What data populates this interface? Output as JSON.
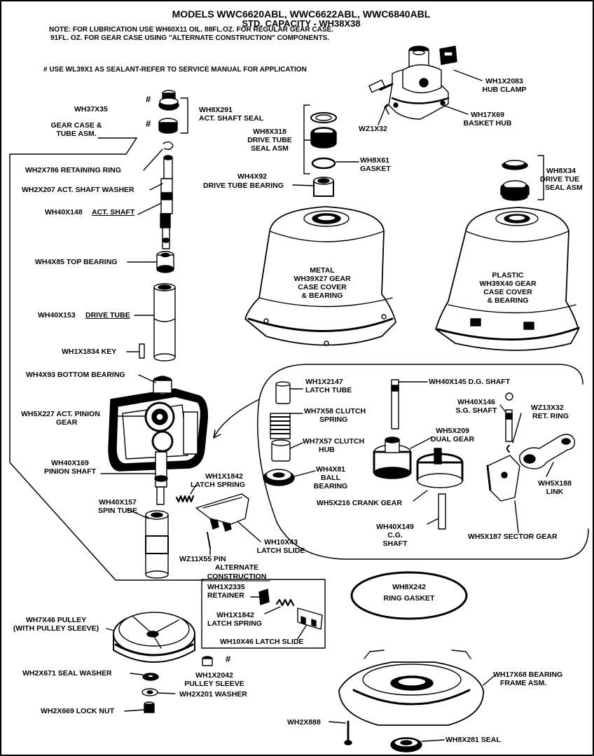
{
  "header": {
    "models": "MODELS WWC6620ABL, WWC6622ABL, WWC6840ABL",
    "capacity": "STD. CAPACITY - WH38X38",
    "note_line1": "NOTE: FOR LUBRICATION USE WH60X11 OIL. 88FL.OZ. FOR REGULAR GEAR CASE.",
    "note_line2": "91FL. OZ. FOR GEAR CASE USING \"ALTERNATE CONSTRUCTION\" COMPONENTS.",
    "sealant_note": "# USE WL39X1 AS SEALANT-REFER TO SERVICE MANUAL FOR APPLICATION"
  },
  "symbols": {
    "hash": "#"
  },
  "labels": {
    "wh37x35": "WH37X35",
    "wh8x291_l1": "WH8X291",
    "wh8x291_l2": "ACT. SHAFT SEAL",
    "gear_case_l1": "GEAR CASE &",
    "gear_case_l2": "TUBE ASM.",
    "wh2x786": "WH2X786 RETAINING RING",
    "wh2x207": "WH2X207 ACT. SHAFT WASHER",
    "wh40x148_pn": "WH40X148",
    "wh40x148_name": "ACT. SHAFT",
    "wh4x85": "WH4X85 TOP BEARING",
    "wh40x153_pn": "WH40X153",
    "wh40x153_name": "DRIVE TUBE",
    "wh1x1834": "WH1X1834 KEY",
    "wh4x93": "WH4X93 BOTTOM BEARING",
    "wh5x227_l1": "WH5X227 ACT. PINION",
    "wh5x227_l2": "GEAR",
    "wh40x169_l1": "WH40X169",
    "wh40x169_l2": "PINION SHAFT",
    "wh40x157_l1": "WH40X157",
    "wh40x157_l2": "SPIN TUBE",
    "wh1x2083_l1": "WH1X2083",
    "wh1x2083_l2": "HUB CLAMP",
    "wh17x69_l1": "WH17X69",
    "wh17x69_l2": "BASKET HUB",
    "wz1x32": "WZ1X32",
    "wh8x318_l1": "WH8X318",
    "wh8x318_l2": "DRIVE TUBE",
    "wh8x318_l3": "SEAL ASM",
    "wh8x61_l1": "WH8X61",
    "wh8x61_l2": "GASKET",
    "wh4x92_l1": "WH4X92",
    "wh4x92_l2": "DRIVE TUBE BEARING",
    "wh8x34_l1": "WH8X34",
    "wh8x34_l2": "DRIVE TUE",
    "wh8x34_l3": "SEAL ASM",
    "metal_l1": "METAL",
    "metal_l2": "WH39X27 GEAR",
    "metal_l3": "CASE COVER",
    "metal_l4": "& BEARING",
    "plastic_l1": "PLASTIC",
    "plastic_l2": "WH39X40 GEAR",
    "plastic_l3": "CASE COVER",
    "plastic_l4": "& BEARING",
    "wh1x2147_l1": "WH1X2147",
    "wh1x2147_l2": "LATCH TUBE",
    "wh7x58_l1": "WH7X58 CLUTCH",
    "wh7x58_l2": "SPRING",
    "wh7x57_l1": "WH7X57 CLUTCH",
    "wh7x57_l2": "HUB",
    "wh4x81_l1": "WH4X81",
    "wh4x81_l2": "BALL",
    "wh4x81_l3": "BEARING",
    "wh40x145": "WH40X145 D.G. SHAFT",
    "wh5x209_l1": "WH5X209",
    "wh5x209_l2": "DUAL GEAR",
    "wh40x146_l1": "WH40X146",
    "wh40x146_l2": "S.G. SHAFT",
    "wz13x32_l1": "WZ13X32",
    "wz13x32_l2": "RET. RING",
    "wh5x188_l1": "WH5X188",
    "wh5x188_l2": "LINK",
    "wh5x216": "WH5X216 CRANK GEAR",
    "wh40x149_l1": "WH40X149",
    "wh40x149_l2": "C.G.",
    "wh40x149_l3": "SHAFT",
    "wh5x187": "WH5X187 SECTOR GEAR",
    "wh1x1842a_l1": "WH1X1842",
    "wh1x1842a_l2": "LATCH SPRING",
    "wh10x43_l1": "WH10X43",
    "wh10x43_l2": "LATCH SLIDE",
    "wz11x55": "WZ11X55 PIN",
    "alt_l1": "ALTERNATE",
    "alt_l2": "CONSTRUCTION",
    "wh1x2335_l1": "WH1X2335",
    "wh1x2335_l2": "RETAINER",
    "wh1x1842b_l1": "WH1X1842",
    "wh1x1842b_l2": "LATCH SPRING",
    "wh10x46": "WH10X46 LATCH SLIDE",
    "wh8x242_l1": "WH8X242",
    "wh8x242_l2": "RING GASKET",
    "wh7x46_l1": "WH7X46 PULLEY",
    "wh7x46_l2": "(WITH PULLEY SLEEVE)",
    "wh2x671": "WH2X671 SEAL WASHER",
    "wh1x2042_l1": "WH1X2042",
    "wh1x2042_l2": "PULLEY SLEEVE",
    "wh2x201": "WH2X201 WASHER",
    "wh2x669": "WH2X669 LOCK NUT",
    "wh17x68_l1": "WH17X68 BEARING",
    "wh17x68_l2": "FRAME ASM.",
    "wh2x888": "WH2X888",
    "wh8x281": "WH8X281 SEAL"
  }
}
